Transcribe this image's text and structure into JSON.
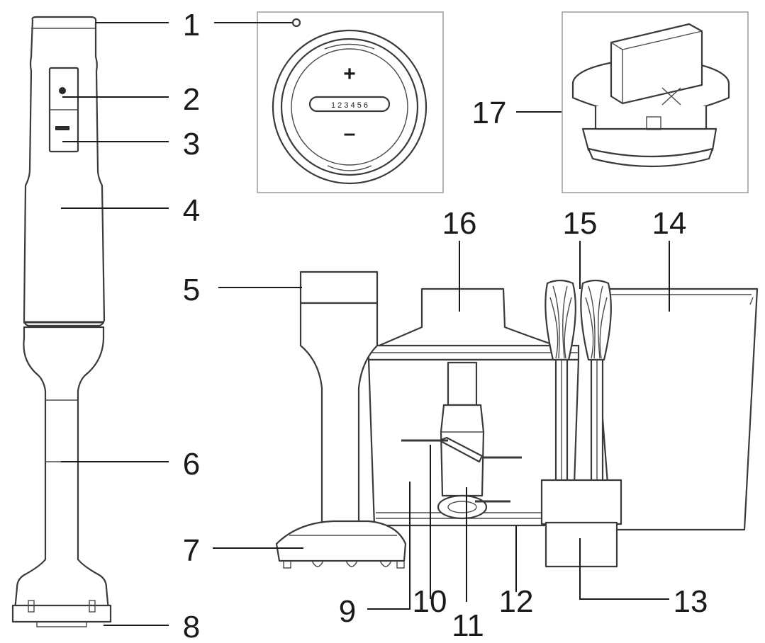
{
  "callouts": [
    {
      "id": "1",
      "label": "1"
    },
    {
      "id": "2",
      "label": "2"
    },
    {
      "id": "3",
      "label": "3"
    },
    {
      "id": "4",
      "label": "4"
    },
    {
      "id": "5",
      "label": "5"
    },
    {
      "id": "6",
      "label": "6"
    },
    {
      "id": "7",
      "label": "7"
    },
    {
      "id": "8",
      "label": "8"
    },
    {
      "id": "9",
      "label": "9"
    },
    {
      "id": "10",
      "label": "10"
    },
    {
      "id": "11",
      "label": "11"
    },
    {
      "id": "12",
      "label": "12"
    },
    {
      "id": "13",
      "label": "13"
    },
    {
      "id": "14",
      "label": "14"
    },
    {
      "id": "15",
      "label": "15"
    },
    {
      "id": "16",
      "label": "16"
    },
    {
      "id": "17",
      "label": "17"
    }
  ],
  "speed_dial": {
    "plus": "+",
    "minus": "–",
    "scale": "1 2 3 4 5 6"
  },
  "colors": {
    "line": "#3a3a3a",
    "background": "#ffffff",
    "inset_border": "#9a9a9a"
  }
}
